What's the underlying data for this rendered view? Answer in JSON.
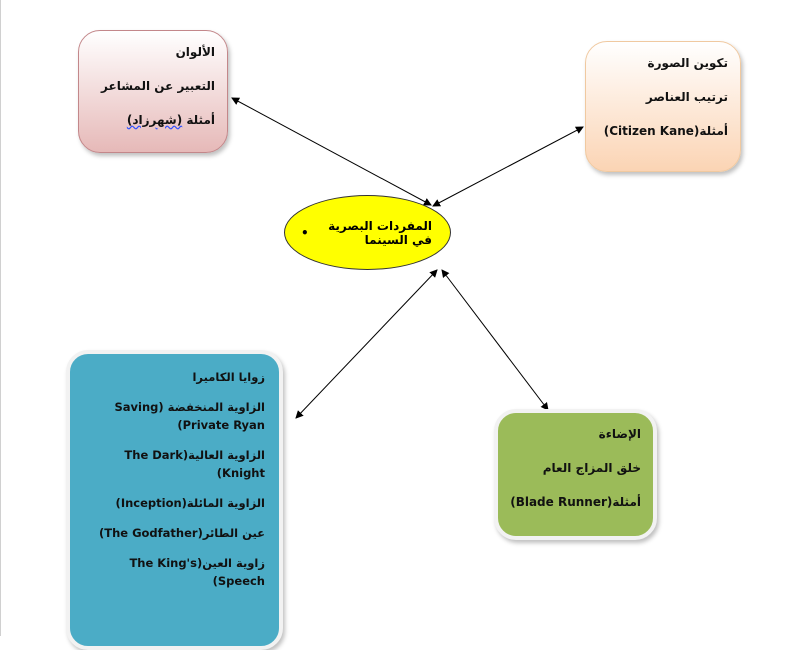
{
  "center": {
    "bullet": "•",
    "title": "المفردات البصرية في السينما"
  },
  "colors_box": {
    "title": "الألوان",
    "lines": [
      "التعبير عن المشاعر"
    ],
    "example_prefix": "أمثلة ",
    "example_film": "(شهرزاد)"
  },
  "composition_box": {
    "title": "تكوين الصورة",
    "lines": [
      "ترتيب العناصر",
      "أمثلة(Citizen Kane)"
    ]
  },
  "camera_box": {
    "title": "زوايا الكاميرا",
    "lines": [
      "الزاوية المنخفضة (Saving Private Ryan)",
      "الزاوية العالية(The Dark Knight)",
      "الزاوية المائلة(Inception)",
      "عين الطائر(The Godfather)",
      "زاوية العين(The King's Speech)"
    ]
  },
  "lighting_box": {
    "title": "الإضاءة",
    "lines": [
      "خلق المزاج العام",
      "أمثلة(Blade Runner)"
    ]
  },
  "colors": {
    "yellow": "#ffff00",
    "teal": "#4bacc6",
    "green": "#9bbb59",
    "pink": "#e6b9b8",
    "peach": "#fbd4b4"
  }
}
